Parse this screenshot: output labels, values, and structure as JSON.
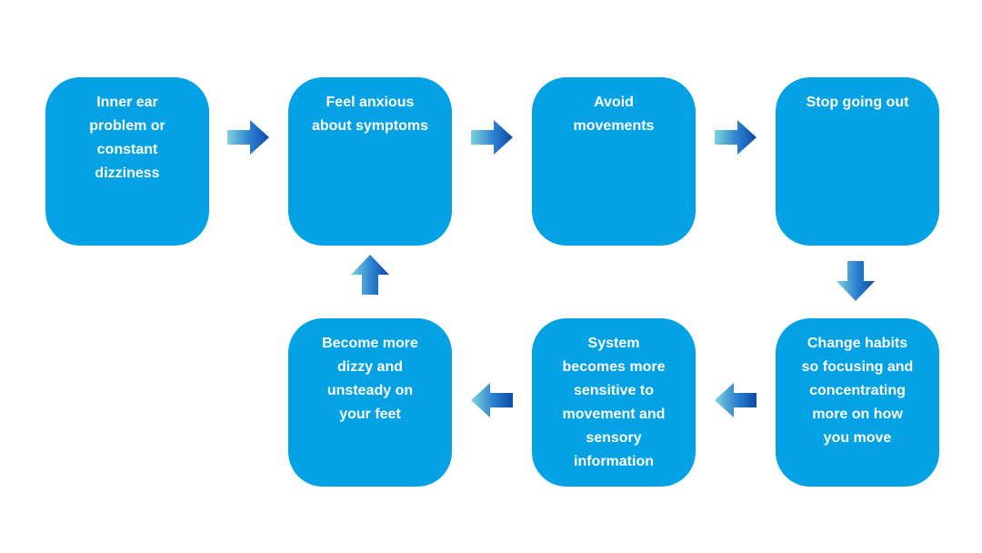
{
  "style": {
    "box_fill": "#02A2E5",
    "box_text_color": "#FFFFFF",
    "background": "#FFFFFF",
    "arrow_gradient": [
      "#7ED2DC",
      "#2B7FD0",
      "#0D49A6"
    ]
  },
  "diagram": {
    "type": "cycle-flowchart",
    "nodes": [
      {
        "id": "inner-ear-problem",
        "label": "Inner ear\nproblem or\nconstant\ndizziness"
      },
      {
        "id": "feel-anxious",
        "label": "Feel anxious\nabout symptoms"
      },
      {
        "id": "avoid-movements",
        "label": "Avoid\nmovements"
      },
      {
        "id": "stop-going-out",
        "label": "Stop going out"
      },
      {
        "id": "change-habits",
        "label": "Change habits\nso focusing and\nconcentrating\nmore on how\nyou move"
      },
      {
        "id": "system-sensitive",
        "label": "System\nbecomes more\nsensitive to\nmovement and\nsensory\ninformation"
      },
      {
        "id": "become-dizzy",
        "label": "Become more\ndizzy and\nunsteady on\nyour feet"
      }
    ],
    "arrows": [
      {
        "from": "inner-ear-problem",
        "to": "feel-anxious",
        "direction": "right"
      },
      {
        "from": "feel-anxious",
        "to": "avoid-movements",
        "direction": "right"
      },
      {
        "from": "avoid-movements",
        "to": "stop-going-out",
        "direction": "right"
      },
      {
        "from": "stop-going-out",
        "to": "change-habits",
        "direction": "down"
      },
      {
        "from": "change-habits",
        "to": "system-sensitive",
        "direction": "left"
      },
      {
        "from": "system-sensitive",
        "to": "become-dizzy",
        "direction": "left"
      },
      {
        "from": "become-dizzy",
        "to": "feel-anxious",
        "direction": "up"
      }
    ]
  }
}
